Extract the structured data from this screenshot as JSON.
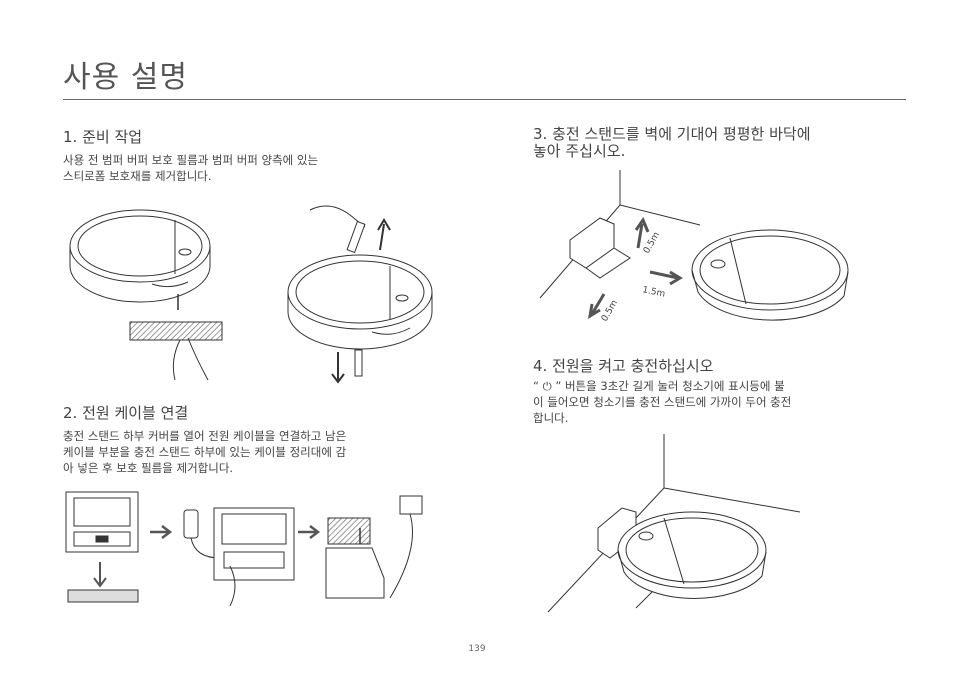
{
  "page": {
    "title": "사용 설명",
    "number": "139"
  },
  "sections": [
    {
      "heading": "1. 준비 작업",
      "body_lines": [
        "사용 전 범퍼 버퍼 보호 필름과 범퍼 버퍼 양측에 있는",
        "스티로폼 보호재를 제거합니다."
      ]
    },
    {
      "heading": "2. 전원 케이블 연결",
      "body_lines": [
        "충전 스탠드 하부 커버를 열어 전원 케이블을 연결하고 남은",
        "케이블 부분을 충전 스탠드 하부에 있는 케이블 정리대에 감",
        "아 넣은 후 보호 필름을 제거합니다."
      ]
    },
    {
      "heading_lines": [
        "3. 충전 스탠드를 벽에 기대어 평평한 바닥에",
        "놓아 주십시오."
      ],
      "figure_labels": {
        "clearance_side_top": "0.5m",
        "clearance_front": "1.5m",
        "clearance_side_bottom": "0.5m"
      }
    },
    {
      "heading": "4. 전원을 켜고 충전하십시오",
      "body_lines": [
        "“ ⏻ ” 버튼을 3초간 길게 눌러 청소기에 표시등에 불",
        "이 들어오면 청소기를 충전 스탠드에 가까이 두어 충전",
        "합니다."
      ]
    }
  ],
  "colors": {
    "line": "#333333",
    "hatch": "#777777",
    "text": "#444444"
  },
  "icons": [
    "robot-vacuum-icon",
    "hand-icon",
    "arrow-icon",
    "power-plug-icon",
    "charging-dock-icon",
    "power-button-icon"
  ]
}
